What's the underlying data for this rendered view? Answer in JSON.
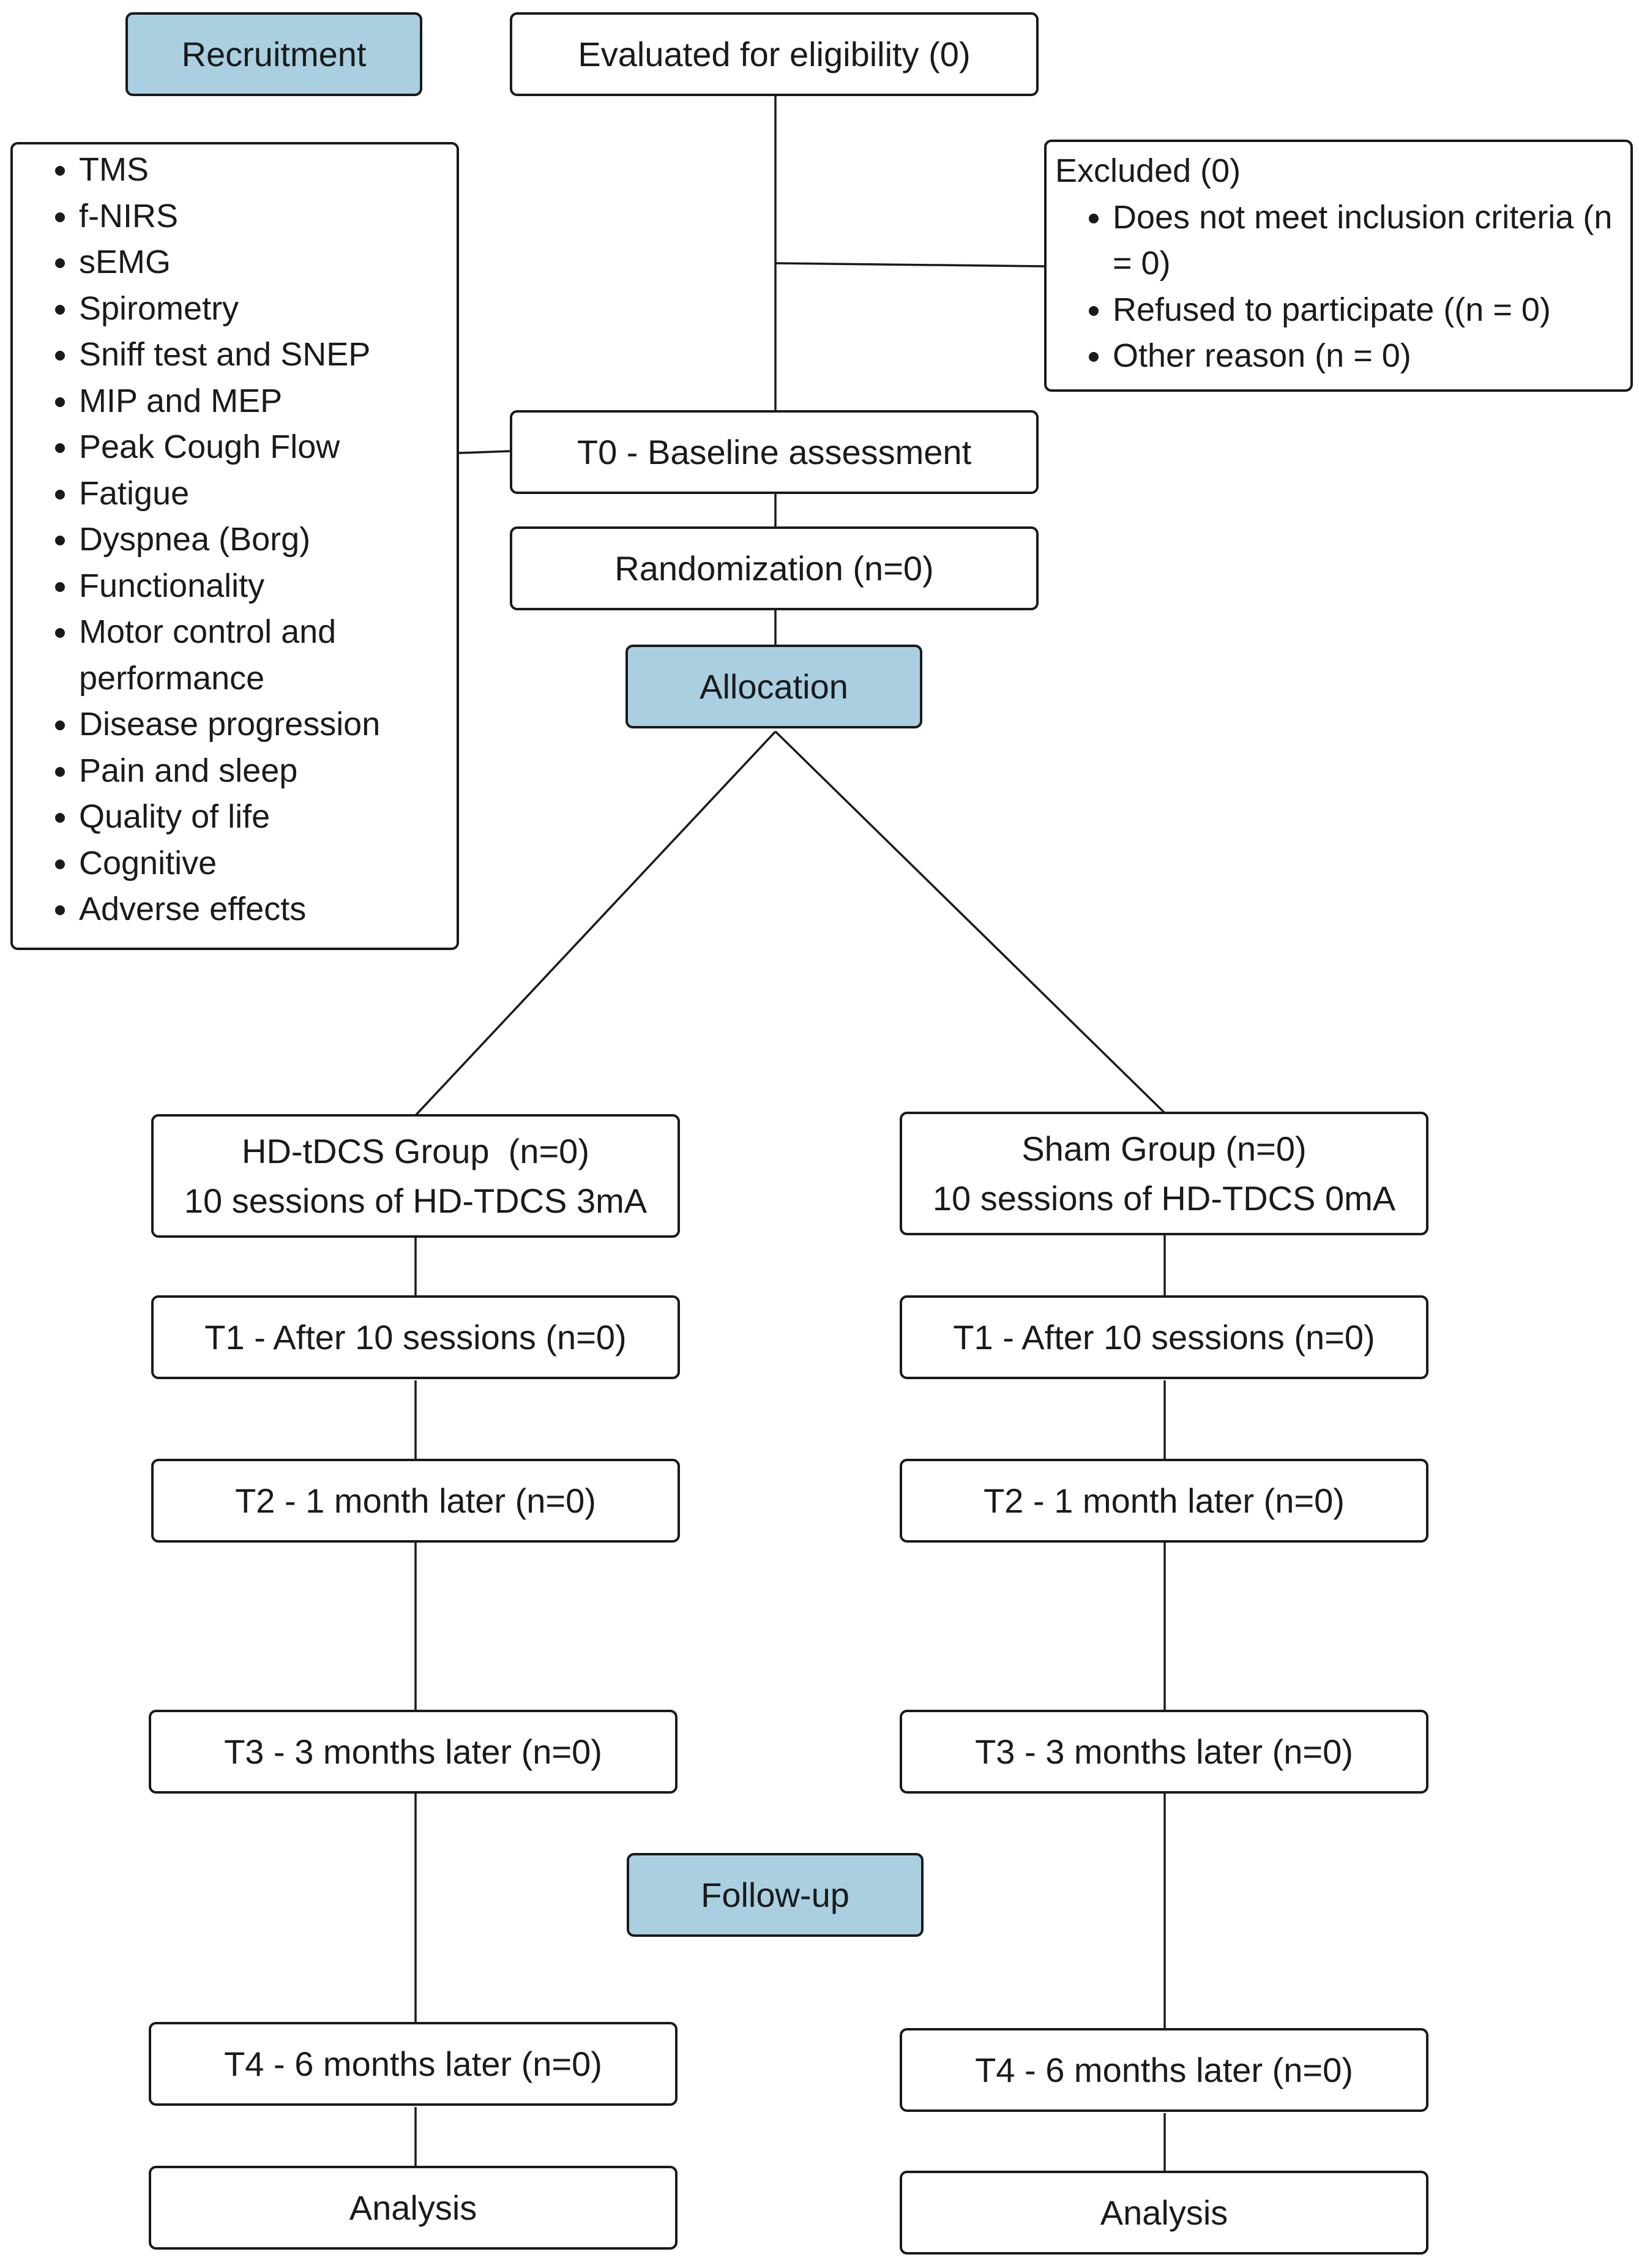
{
  "stages": {
    "recruitment": "Recruitment",
    "allocation": "Allocation",
    "follow_up": "Follow-up"
  },
  "boxes": {
    "evaluated": "Evaluated for eligibility (0)",
    "baseline": "T0 - Baseline assessment",
    "randomization": "Randomization (n=0)"
  },
  "measures": [
    "TMS",
    "f-NIRS",
    "sEMG",
    "Spirometry",
    "Sniff test and SNEP",
    "MIP and MEP",
    "Peak Cough Flow",
    "Fatigue",
    "Dyspnea (Borg)",
    "Functionality",
    "Motor control and performance",
    "Disease progression",
    "Pain and sleep",
    "Quality of life",
    "Cognitive",
    "Adverse effects"
  ],
  "excluded": {
    "title": "Excluded (0)",
    "reasons": [
      "Does not meet inclusion criteria (n = 0)",
      "Refused to participate ((n = 0)",
      "Other reason (n = 0)"
    ]
  },
  "groups": {
    "active": {
      "name": "HD-tDCS Group  (n=0)",
      "intervention": "10 sessions of HD-TDCS 3mA",
      "t1": "T1 - After 10 sessions (n=0)",
      "t2": "T2 - 1 month later (n=0)",
      "t3": "T3 - 3 months later (n=0)",
      "t4": "T4 - 6 months later (n=0)",
      "analysis": "Analysis"
    },
    "sham": {
      "name": "Sham Group (n=0)",
      "intervention": "10 sessions of HD-TDCS 0mA",
      "t1": "T1 - After 10 sessions (n=0)",
      "t2": "T2 - 1 month later (n=0)",
      "t3": "T3 - 3 months later (n=0)",
      "t4": "T4 - 6 months later (n=0)",
      "analysis": "Analysis"
    }
  },
  "colors": {
    "stage_fill": "#a9cfe0",
    "border": "#1a1a1a",
    "box_fill": "#ffffff"
  }
}
